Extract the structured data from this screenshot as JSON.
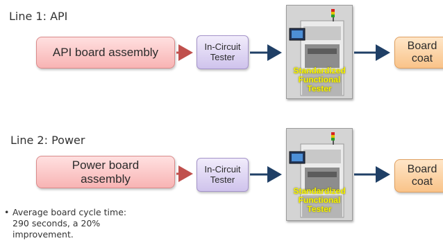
{
  "line1": {
    "title": "Line 1: API",
    "assembly": "API board assembly",
    "tester": [
      "In-Circuit",
      "Tester"
    ],
    "functional_tester": [
      "Standardized",
      "Functional",
      "Tester"
    ],
    "coat": [
      "Board",
      "coat"
    ]
  },
  "line2": {
    "title": "Line 2: Power",
    "assembly": [
      "Power board",
      "assembly"
    ],
    "tester": [
      "In-Circuit",
      "Tester"
    ],
    "functional_tester": [
      "Standardized",
      "Functional",
      "Tester"
    ],
    "coat": [
      "Board",
      "coat"
    ]
  },
  "note": {
    "bullet": "•",
    "text": "Average board cycle time: 290 seconds, a 20% improvement."
  },
  "colors": {
    "assembly_fill": "#f8b4b4",
    "tester_fill": "#cfc3ec",
    "coat_fill": "#f9c389",
    "red_arrow": "#c0504d",
    "blue_arrow": "#1f3f66",
    "label_yellow": "#f4f000"
  }
}
